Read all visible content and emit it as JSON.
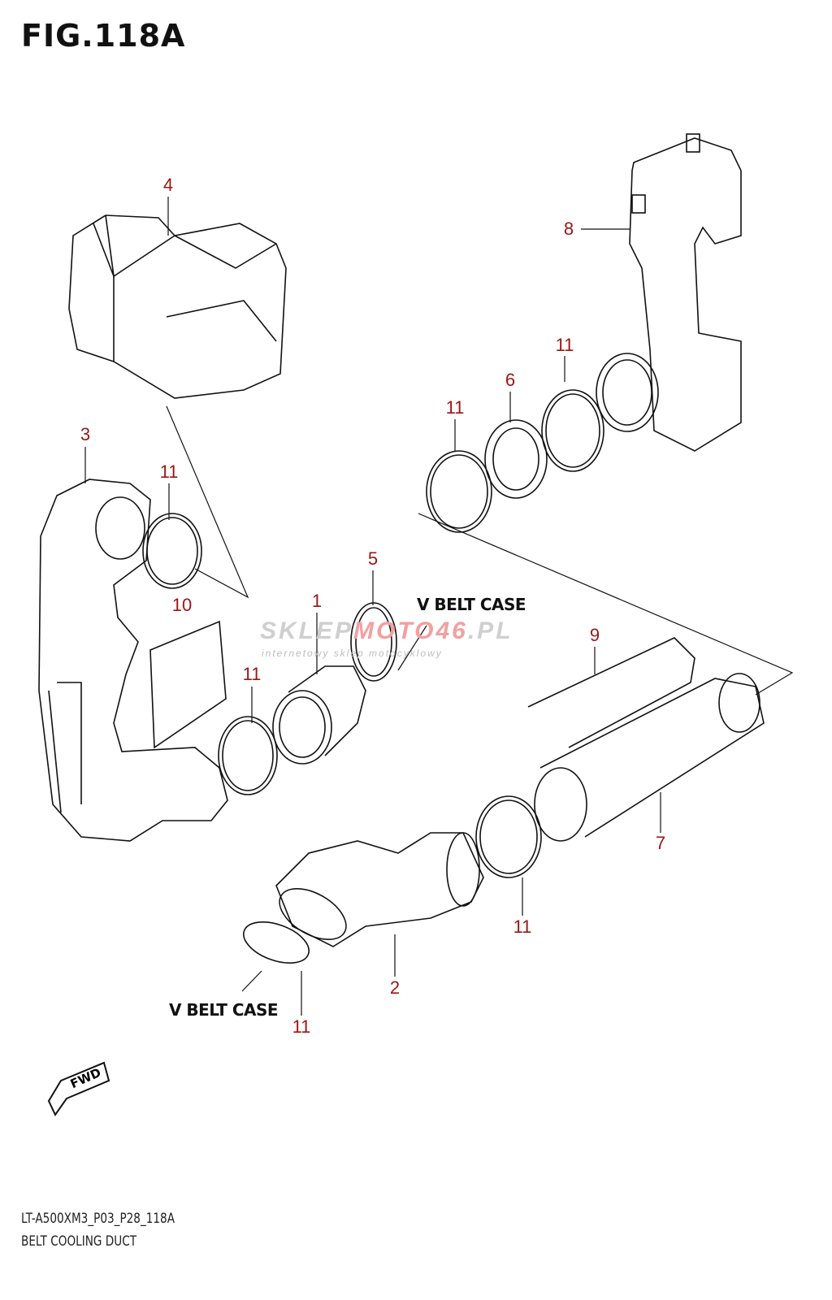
{
  "figure_title": "FIG.118A",
  "callouts": [
    {
      "num": "4"
    },
    {
      "num": "8"
    },
    {
      "num": "11"
    },
    {
      "num": "6"
    },
    {
      "num": "11"
    },
    {
      "num": "3"
    },
    {
      "num": "11"
    },
    {
      "num": "5"
    },
    {
      "num": "10"
    },
    {
      "num": "1"
    },
    {
      "num": "9"
    },
    {
      "num": "11"
    },
    {
      "num": "7"
    },
    {
      "num": "11"
    },
    {
      "num": "2"
    },
    {
      "num": "11"
    }
  ],
  "direction_labels": [
    "V BELT CASE",
    "V BELT CASE"
  ],
  "fwd_label": "FWD",
  "watermark": {
    "main_a": "SKLEP",
    "main_b": "MOTO46",
    "main_c": ".PL",
    "sub": "internetowy sklep motocyklowy"
  },
  "footer": {
    "code": "LT-A500XM3_P03_P28_118A",
    "name": "BELT COOLING DUCT"
  },
  "colors": {
    "callout": "#9b1616",
    "line": "#111111"
  }
}
